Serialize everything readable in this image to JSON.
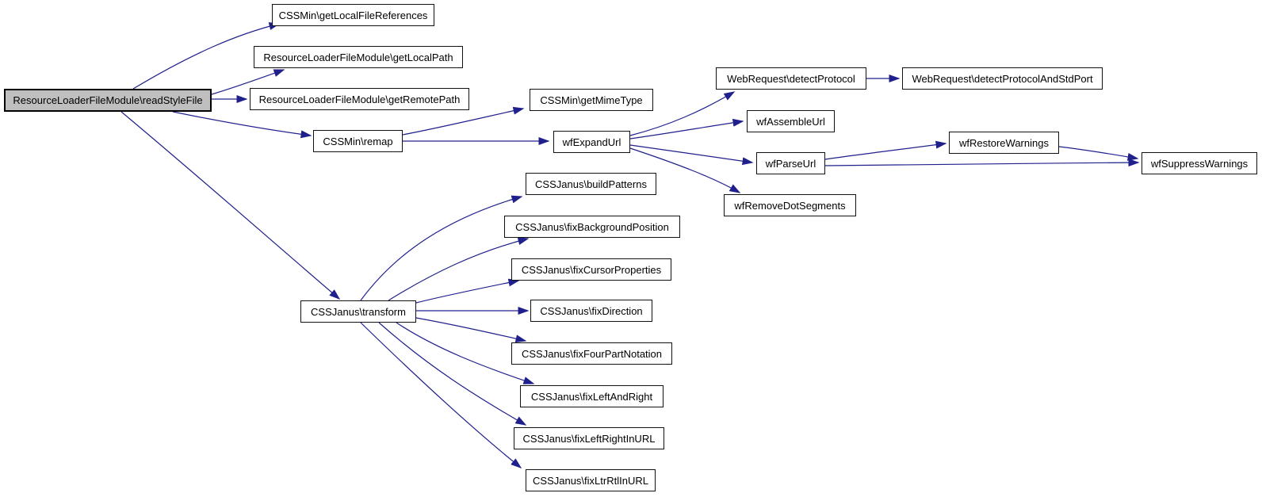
{
  "diagram": {
    "type": "call-graph",
    "colors": {
      "background": "#ffffff",
      "edge": "#20208d",
      "node_border": "#111111",
      "node_fill": "#ffffff",
      "focus_node_fill": "#bfbfbf",
      "text": "#000000"
    },
    "nodes": {
      "readStyleFile": {
        "label": "ResourceLoaderFileModule\\readStyleFile",
        "focused": true
      },
      "getLocalFileReferences": {
        "label": "CSSMin\\getLocalFileReferences"
      },
      "getLocalPath": {
        "label": "ResourceLoaderFileModule\\getLocalPath"
      },
      "getRemotePath": {
        "label": "ResourceLoaderFileModule\\getRemotePath"
      },
      "remap": {
        "label": "CSSMin\\remap"
      },
      "getMimeType": {
        "label": "CSSMin\\getMimeType"
      },
      "wfExpandUrl": {
        "label": "wfExpandUrl"
      },
      "transform": {
        "label": "CSSJanus\\transform"
      },
      "buildPatterns": {
        "label": "CSSJanus\\buildPatterns"
      },
      "fixBackgroundPosition": {
        "label": "CSSJanus\\fixBackgroundPosition"
      },
      "fixCursorProperties": {
        "label": "CSSJanus\\fixCursorProperties"
      },
      "fixDirection": {
        "label": "CSSJanus\\fixDirection"
      },
      "fixFourPartNotation": {
        "label": "CSSJanus\\fixFourPartNotation"
      },
      "fixLeftAndRight": {
        "label": "CSSJanus\\fixLeftAndRight"
      },
      "fixLeftRightInURL": {
        "label": "CSSJanus\\fixLeftRightInURL"
      },
      "fixLtrRtlInURL": {
        "label": "CSSJanus\\fixLtrRtlInURL"
      },
      "detectProtocol": {
        "label": "WebRequest\\detectProtocol"
      },
      "detectProtocolAndStdPort": {
        "label": "WebRequest\\detectProtocolAndStdPort"
      },
      "wfAssembleUrl": {
        "label": "wfAssembleUrl"
      },
      "wfParseUrl": {
        "label": "wfParseUrl"
      },
      "wfRemoveDotSegments": {
        "label": "wfRemoveDotSegments"
      },
      "wfRestoreWarnings": {
        "label": "wfRestoreWarnings"
      },
      "wfSuppressWarnings": {
        "label": "wfSuppressWarnings"
      }
    },
    "edges": [
      {
        "from": "readStyleFile",
        "to": "getLocalFileReferences"
      },
      {
        "from": "readStyleFile",
        "to": "getLocalPath"
      },
      {
        "from": "readStyleFile",
        "to": "getRemotePath"
      },
      {
        "from": "readStyleFile",
        "to": "remap"
      },
      {
        "from": "readStyleFile",
        "to": "transform"
      },
      {
        "from": "remap",
        "to": "getMimeType"
      },
      {
        "from": "remap",
        "to": "wfExpandUrl"
      },
      {
        "from": "wfExpandUrl",
        "to": "detectProtocol"
      },
      {
        "from": "wfExpandUrl",
        "to": "wfAssembleUrl"
      },
      {
        "from": "wfExpandUrl",
        "to": "wfParseUrl"
      },
      {
        "from": "wfExpandUrl",
        "to": "wfRemoveDotSegments"
      },
      {
        "from": "detectProtocol",
        "to": "detectProtocolAndStdPort"
      },
      {
        "from": "wfParseUrl",
        "to": "wfRestoreWarnings"
      },
      {
        "from": "wfParseUrl",
        "to": "wfSuppressWarnings"
      },
      {
        "from": "wfRestoreWarnings",
        "to": "wfSuppressWarnings"
      },
      {
        "from": "transform",
        "to": "buildPatterns"
      },
      {
        "from": "transform",
        "to": "fixBackgroundPosition"
      },
      {
        "from": "transform",
        "to": "fixCursorProperties"
      },
      {
        "from": "transform",
        "to": "fixDirection"
      },
      {
        "from": "transform",
        "to": "fixFourPartNotation"
      },
      {
        "from": "transform",
        "to": "fixLeftAndRight"
      },
      {
        "from": "transform",
        "to": "fixLeftRightInURL"
      },
      {
        "from": "transform",
        "to": "fixLtrRtlInURL"
      }
    ]
  }
}
